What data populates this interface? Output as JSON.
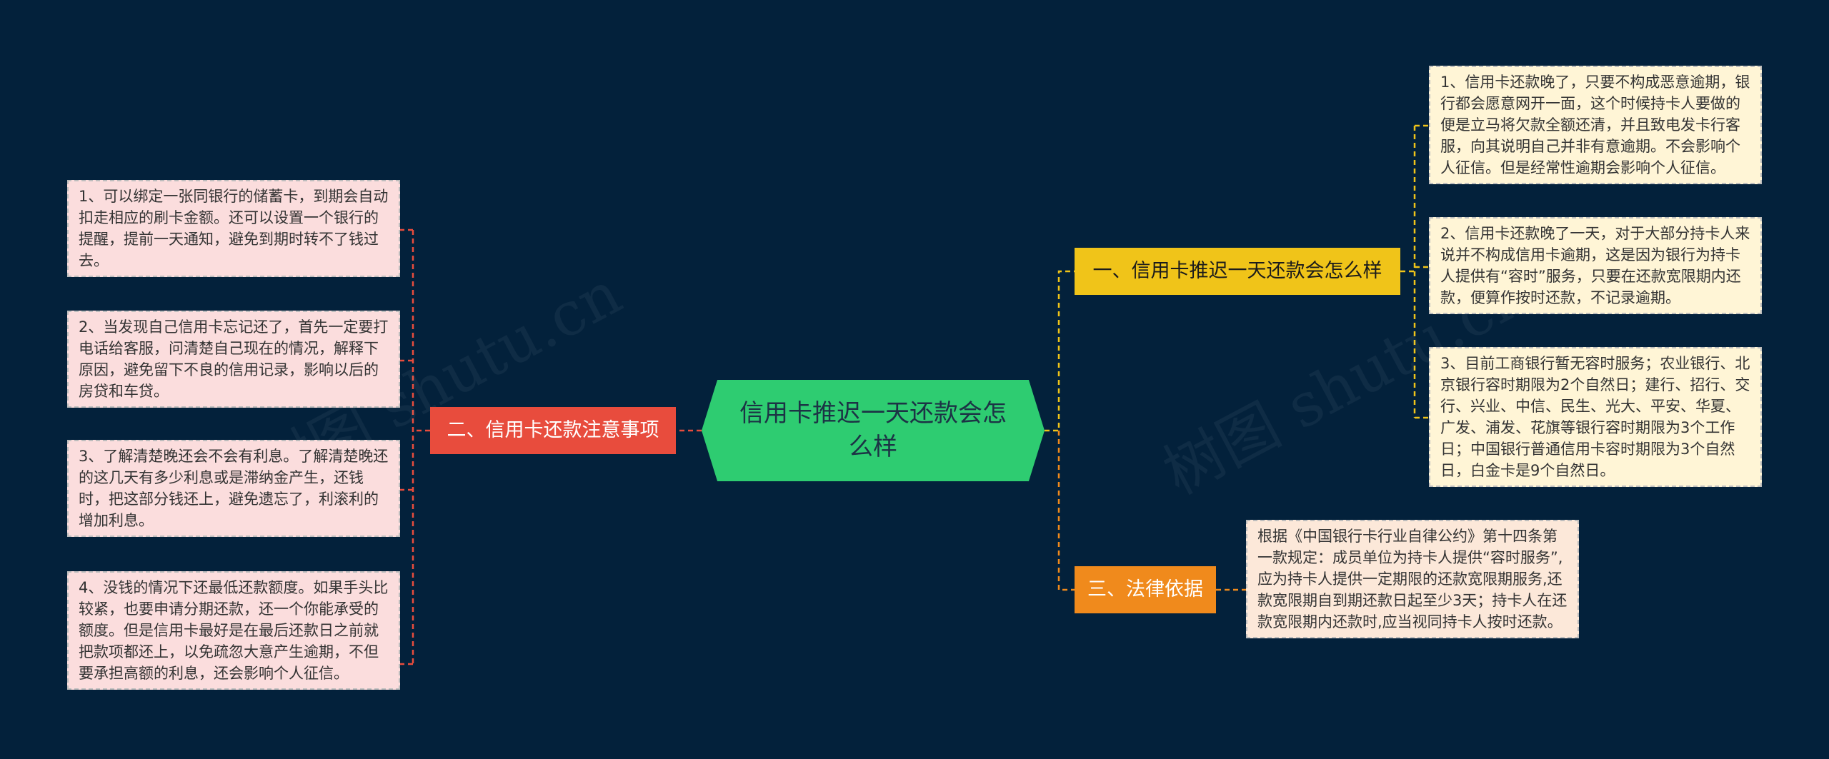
{
  "root": {
    "title": "信用卡推迟一天还款会怎么样"
  },
  "branches": {
    "b1": {
      "label": "一、信用卡推迟一天还款会怎么样",
      "color": "#f0c419",
      "items": [
        "1、信用卡还款晚了，只要不构成恶意逾期，银行都会愿意网开一面，这个时候持卡人要做的便是立马将欠款全额还清，并且致电发卡行客服，向其说明自己并非有意逾期。不会影响个人征信。但是经常性逾期会影响个人征信。",
        "2、信用卡还款晚了一天，对于大部分持卡人来说并不构成信用卡逾期，这是因为银行为持卡人提供有“容时”服务，只要在还款宽限期内还款，便算作按时还款，不记录逾期。",
        "3、目前工商银行暂无容时服务；农业银行、北京银行容时期限为2个自然日；建行、招行、交行、兴业、中信、民生、光大、平安、华夏、广发、浦发、花旗等银行容时期限为3个工作日；中国银行普通信用卡容时期限为3个自然日，白金卡是9个自然日。"
      ]
    },
    "b2": {
      "label": "二、信用卡还款注意事项",
      "color": "#e84c3d",
      "items": [
        "1、可以绑定一张同银行的储蓄卡，到期会自动扣走相应的刷卡金额。还可以设置一个银行的提醒，提前一天通知，避免到期时转不了钱过去。",
        "2、当发现自己信用卡忘记还了，首先一定要打电话给客服，问清楚自己现在的情况，解释下原因，避免留下不良的信用记录，影响以后的房贷和车贷。",
        "3、了解清楚晚还会不会有利息。了解清楚晚还的这几天有多少利息或是滞纳金产生，还钱时，把这部分钱还上，避免遗忘了，利滚利的增加利息。",
        "4、没钱的情况下还最低还款额度。如果手头比较紧，也要申请分期还款，还一个你能承受的额度。但是信用卡最好是在最后还款日之前就把款项都还上，以免疏忽大意产生逾期，不但要承担高额的利息，还会影响个人征信。"
      ]
    },
    "b3": {
      "label": "三、法律依据",
      "color": "#f08a1c",
      "items": [
        "根据《中国银行卡行业自律公约》第十四条第一款规定：成员单位为持卡人提供“容时服务”,应为持卡人提供一定期限的还款宽限期服务,还款宽限期自到期还款日起至少3天；持卡人在还款宽限期内还款时,应当视同持卡人按时还款。"
      ]
    }
  },
  "watermarks": [
    "树图 shutu.cn",
    "树图 shutu.cn"
  ],
  "colors": {
    "background": "#03213b",
    "central": "#2ecc71",
    "connector_red": "#e84c3d",
    "connector_yellow": "#f0c419",
    "connector_orange": "#f08a1c"
  }
}
